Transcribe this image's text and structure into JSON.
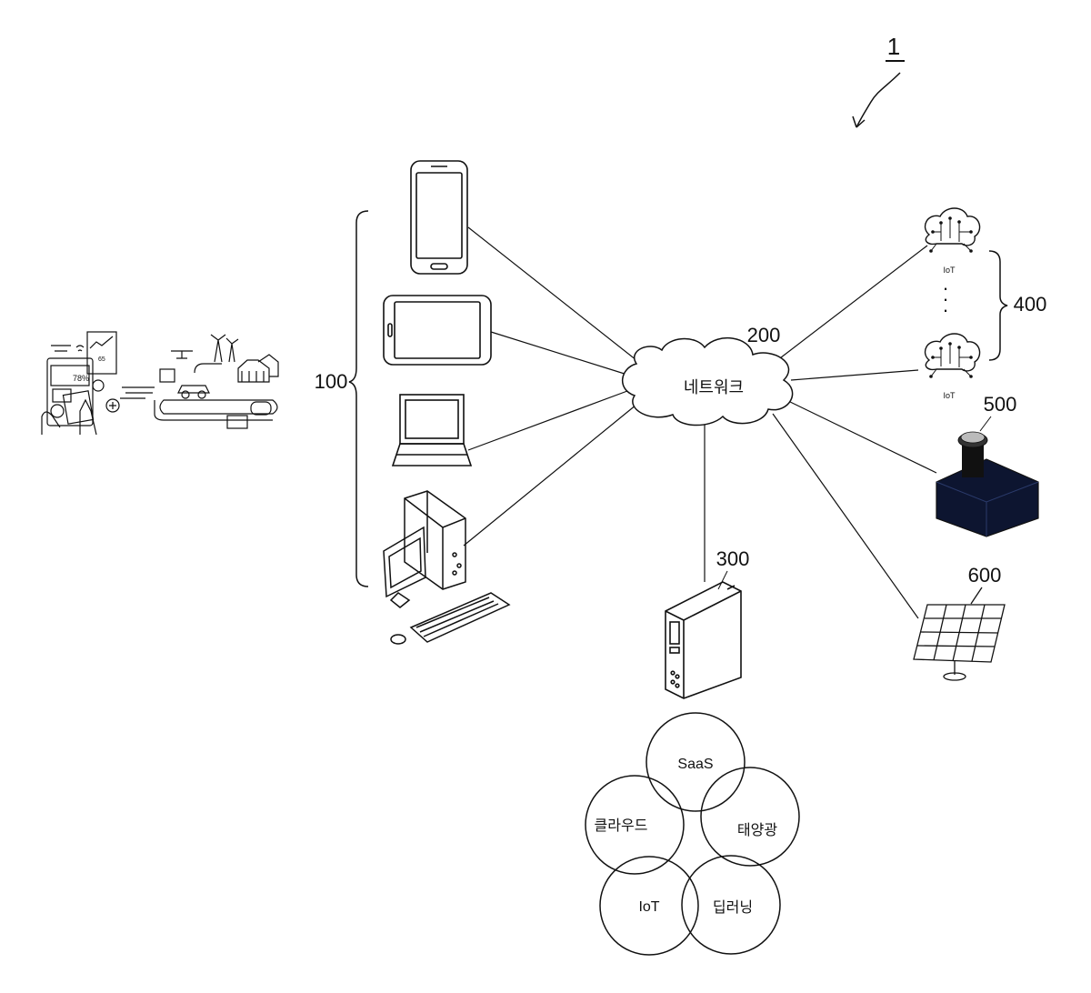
{
  "figure": {
    "number": "1"
  },
  "labels": {
    "terminals": "100",
    "network_ref": "200",
    "network": "네트워크",
    "server": "300",
    "iot_group": "400",
    "iot_device": "IoT",
    "sensor": "500",
    "solar": "600",
    "ellipsis": "·"
  },
  "inset": {
    "percent": "78%",
    "small": "65"
  },
  "venn": {
    "saas": "SaaS",
    "cloud": "클라우드",
    "solar": "태양광",
    "iot": "IoT",
    "deep_learning": "딥러닝"
  }
}
